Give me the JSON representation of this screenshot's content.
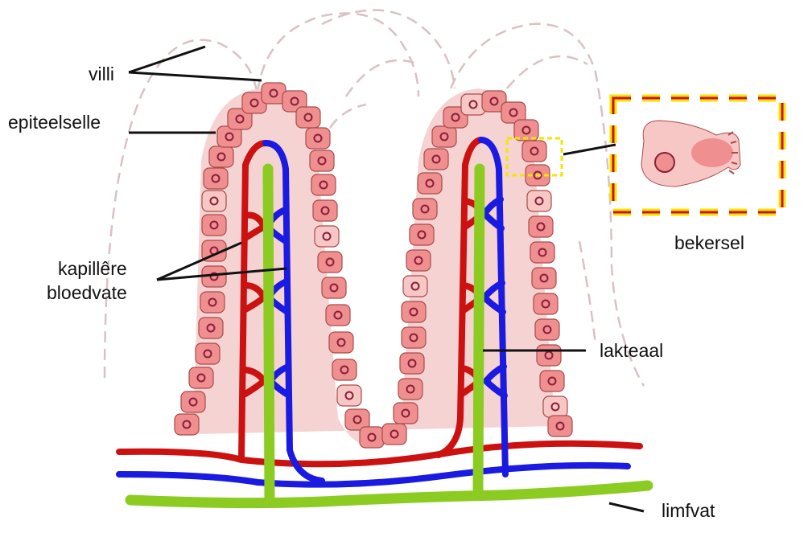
{
  "labels": {
    "villi": "villi",
    "epithelial": "epiteelselle",
    "capillary_1": "kapillêre",
    "capillary_2": "bloedvate",
    "goblet": "bekersel",
    "lacteal": "lakteaal",
    "lymph": "limfvat"
  },
  "colors": {
    "cell_fill": "#ef8f8f",
    "cell_stroke": "#a94b4b",
    "nucleus": "#8a1f3a",
    "goblet_fill": "#f6c7c4",
    "tissue": "#f5d3d3",
    "artery": "#cc1111",
    "vein": "#1a1ae0",
    "lymph": "#8ccc22",
    "dashed_outline": "#d9c2c2",
    "highlight_box": "#f2e600",
    "highlight_box_accent": "#d01010"
  }
}
